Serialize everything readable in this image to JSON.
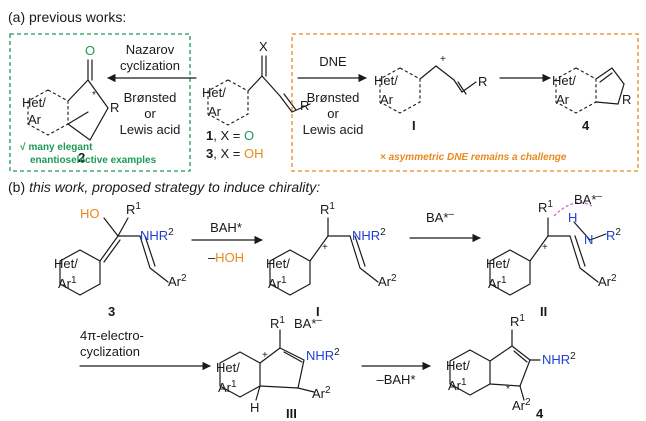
{
  "header_a": "(a) previous works:",
  "header_b_prefix": "(b)",
  "header_b_text": "this work, proposed strategy to induce chirality:",
  "ring_label_het": "Het/",
  "ring_label_ar": "Ar",
  "ring_label_ar1": "Ar",
  "sup_1": "1",
  "sup_2": "2",
  "sub_r": "R",
  "label_r1": "R",
  "nazarov_line1": "Nazarov",
  "nazarov_line2": "cyclization",
  "bronsted": "Brønsted",
  "or": "or",
  "lewis_acid": "Lewis acid",
  "dne": "DNE",
  "x_label": "X",
  "oxygen": "O",
  "c1_label": "1",
  "c1_eq": ", X = ",
  "c1_x": "O",
  "c3_label": "3",
  "c3_eq": ", X = ",
  "c3_x": "OH",
  "c2_label": "2",
  "cI_label": "I",
  "c4_label": "4",
  "green_check": "√",
  "green_line1": "many elegant",
  "green_line2": "enantioselective examples",
  "orange_note": "× asymmetric DNE remains a challenge",
  "ho": "HO",
  "nhr": "NHR",
  "ar2": "Ar",
  "bah": "BAH*",
  "minus_hoh_minus": "–",
  "minus_hoh_h": "H",
  "minus_hoh_oh": "OH",
  "ba_minus": "BA*",
  "ba_minus_charge": "–",
  "h_atom": "H",
  "n_atom": "N",
  "plus": "+",
  "star": "*",
  "cII_label": "II",
  "cIII_label": "III",
  "electro_line1": "4π-electro-",
  "electro_line2": "cyclization",
  "minus_bah": "–BAH*",
  "colors": {
    "orange": "#E8891C",
    "green": "#1E9A56",
    "blue": "#1F3FD6",
    "red": "#D0312D",
    "magenta": "#D070C8",
    "black": "#1a1a1a"
  }
}
